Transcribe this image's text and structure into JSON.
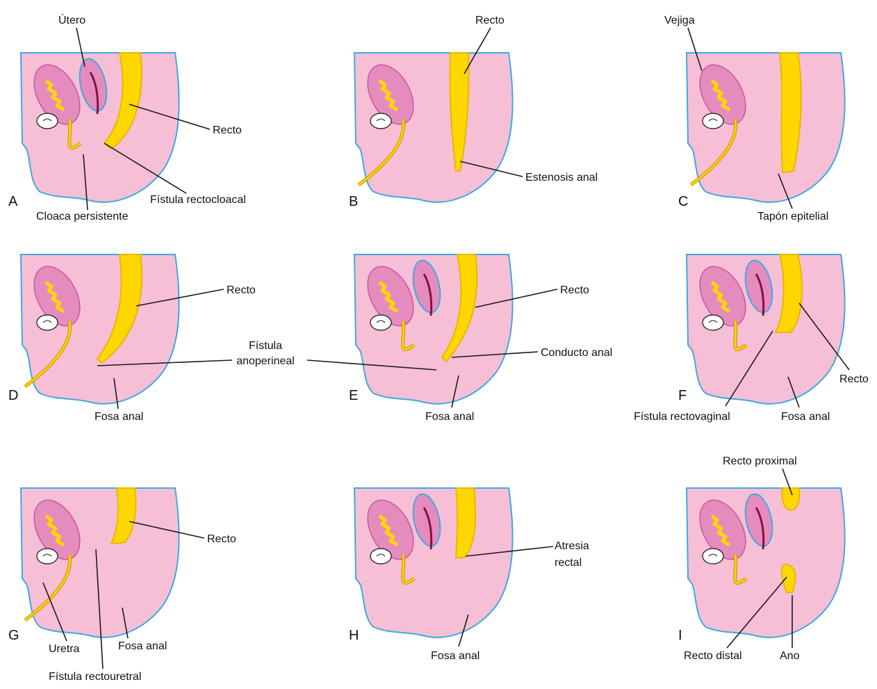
{
  "colors": {
    "tissue": "#F6BFD6",
    "organ": "#E58CBF",
    "organ_dark": "#C9569A",
    "outline": "#3FA9E0",
    "rectum": "#FFD700",
    "rectum_border": "#E6B800",
    "canal_line": "#D39A00",
    "uterus_lumen": "#8B0E3A",
    "ink": "#111111",
    "bone": "#FFFFFF"
  },
  "panels": [
    {
      "letter": "A",
      "variant": "uterus_cloaca",
      "labels": [
        "Útero",
        "Recto",
        "Fístula rectocloacal",
        "Cloaca persistente"
      ]
    },
    {
      "letter": "B",
      "variant": "stenosis",
      "labels": [
        "Recto",
        "Estenosis anal"
      ]
    },
    {
      "letter": "C",
      "variant": "plug",
      "labels": [
        "Vejiga",
        "Tapón epitelial"
      ]
    },
    {
      "letter": "D",
      "variant": "anoperineal",
      "labels": [
        "Recto",
        "Fosa anal"
      ]
    },
    {
      "letter": "E",
      "variant": "uterus_canal",
      "labels": [
        "Recto",
        "Conducto anal",
        "Fosa anal"
      ]
    },
    {
      "letter": "F",
      "variant": "rectovaginal",
      "labels": [
        "Recto",
        "Fístula rectovaginal",
        "Fosa anal"
      ]
    },
    {
      "letter": "G",
      "variant": "rectourethral",
      "labels": [
        "Recto",
        "Uretra",
        "Fosa anal",
        "Fístula rectouretral"
      ]
    },
    {
      "letter": "H",
      "variant": "rectal_atresia",
      "labels": [
        "Atresia",
        "rectal",
        "Fosa anal"
      ]
    },
    {
      "letter": "I",
      "variant": "gap",
      "labels": [
        "Recto proximal",
        "Recto distal",
        "Ano"
      ]
    }
  ],
  "shared_labels": {
    "fistula_line1": "Fístula",
    "fistula_line2": "anoperineal"
  }
}
